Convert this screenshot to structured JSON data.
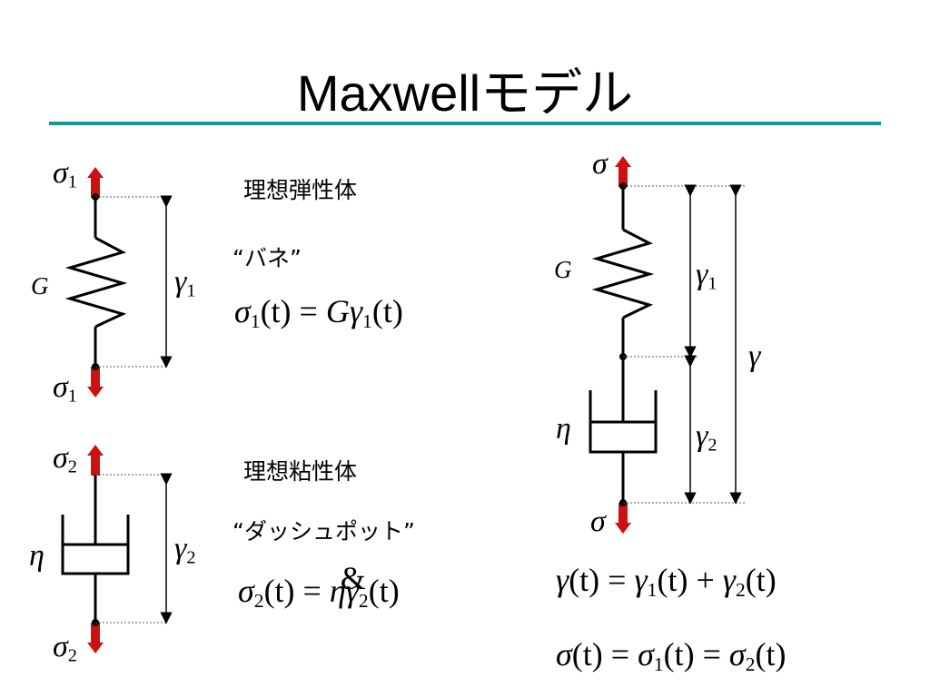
{
  "title": "Maxwellモデル",
  "spring_section": {
    "heading": "理想弾性体",
    "nickname": "“バネ”",
    "modulus_symbol": "G",
    "stress_symbol": "σ",
    "stress_sub": "1",
    "strain_symbol": "γ",
    "strain_sub": "1",
    "equation": {
      "lhs": "σ",
      "lhs_sub": "1",
      "arg": "(t)",
      "op": " = ",
      "coef": "G",
      "rhs": "γ",
      "rhs_sub": "1",
      "rhs_arg": "(t)"
    }
  },
  "dashpot_section": {
    "heading": "理想粘性体",
    "nickname": "“ダッシュポット”",
    "viscosity_symbol": "η",
    "stress_symbol": "σ",
    "stress_sub": "2",
    "strain_symbol": "γ",
    "strain_sub": "2",
    "equation": {
      "lhs": "σ",
      "lhs_sub": "2",
      "arg": "(t)",
      "op": " = ",
      "coef": "η",
      "rhs": "γ",
      "dot": "&",
      "rhs_sub": "2",
      "rhs_arg": "(t)"
    }
  },
  "maxwell_section": {
    "stress_symbol": "σ",
    "modulus_symbol": "G",
    "viscosity_symbol": "η",
    "strain_total": "γ",
    "strain1": "γ",
    "strain1_sub": "1",
    "strain2": "γ",
    "strain2_sub": "2",
    "equation_strain": {
      "lhs": "γ",
      "arg": "(t)",
      "op": " = ",
      "t1": "γ",
      "t1_sub": "1",
      "t1_arg": "(t)",
      "plus": " + ",
      "t2": "γ",
      "t2_sub": "2",
      "t2_arg": "(t)"
    },
    "equation_stress": {
      "lhs": "σ",
      "arg": "(t)",
      "op1": " = ",
      "t1": "σ",
      "t1_sub": "1",
      "t1_arg": "(t)",
      "op2": " = ",
      "t2": "σ",
      "t2_sub": "2",
      "t2_arg": "(t)"
    }
  },
  "colors": {
    "accent_rule": "#1e9494",
    "arrow": "#cc1111",
    "ink": "#000000"
  }
}
